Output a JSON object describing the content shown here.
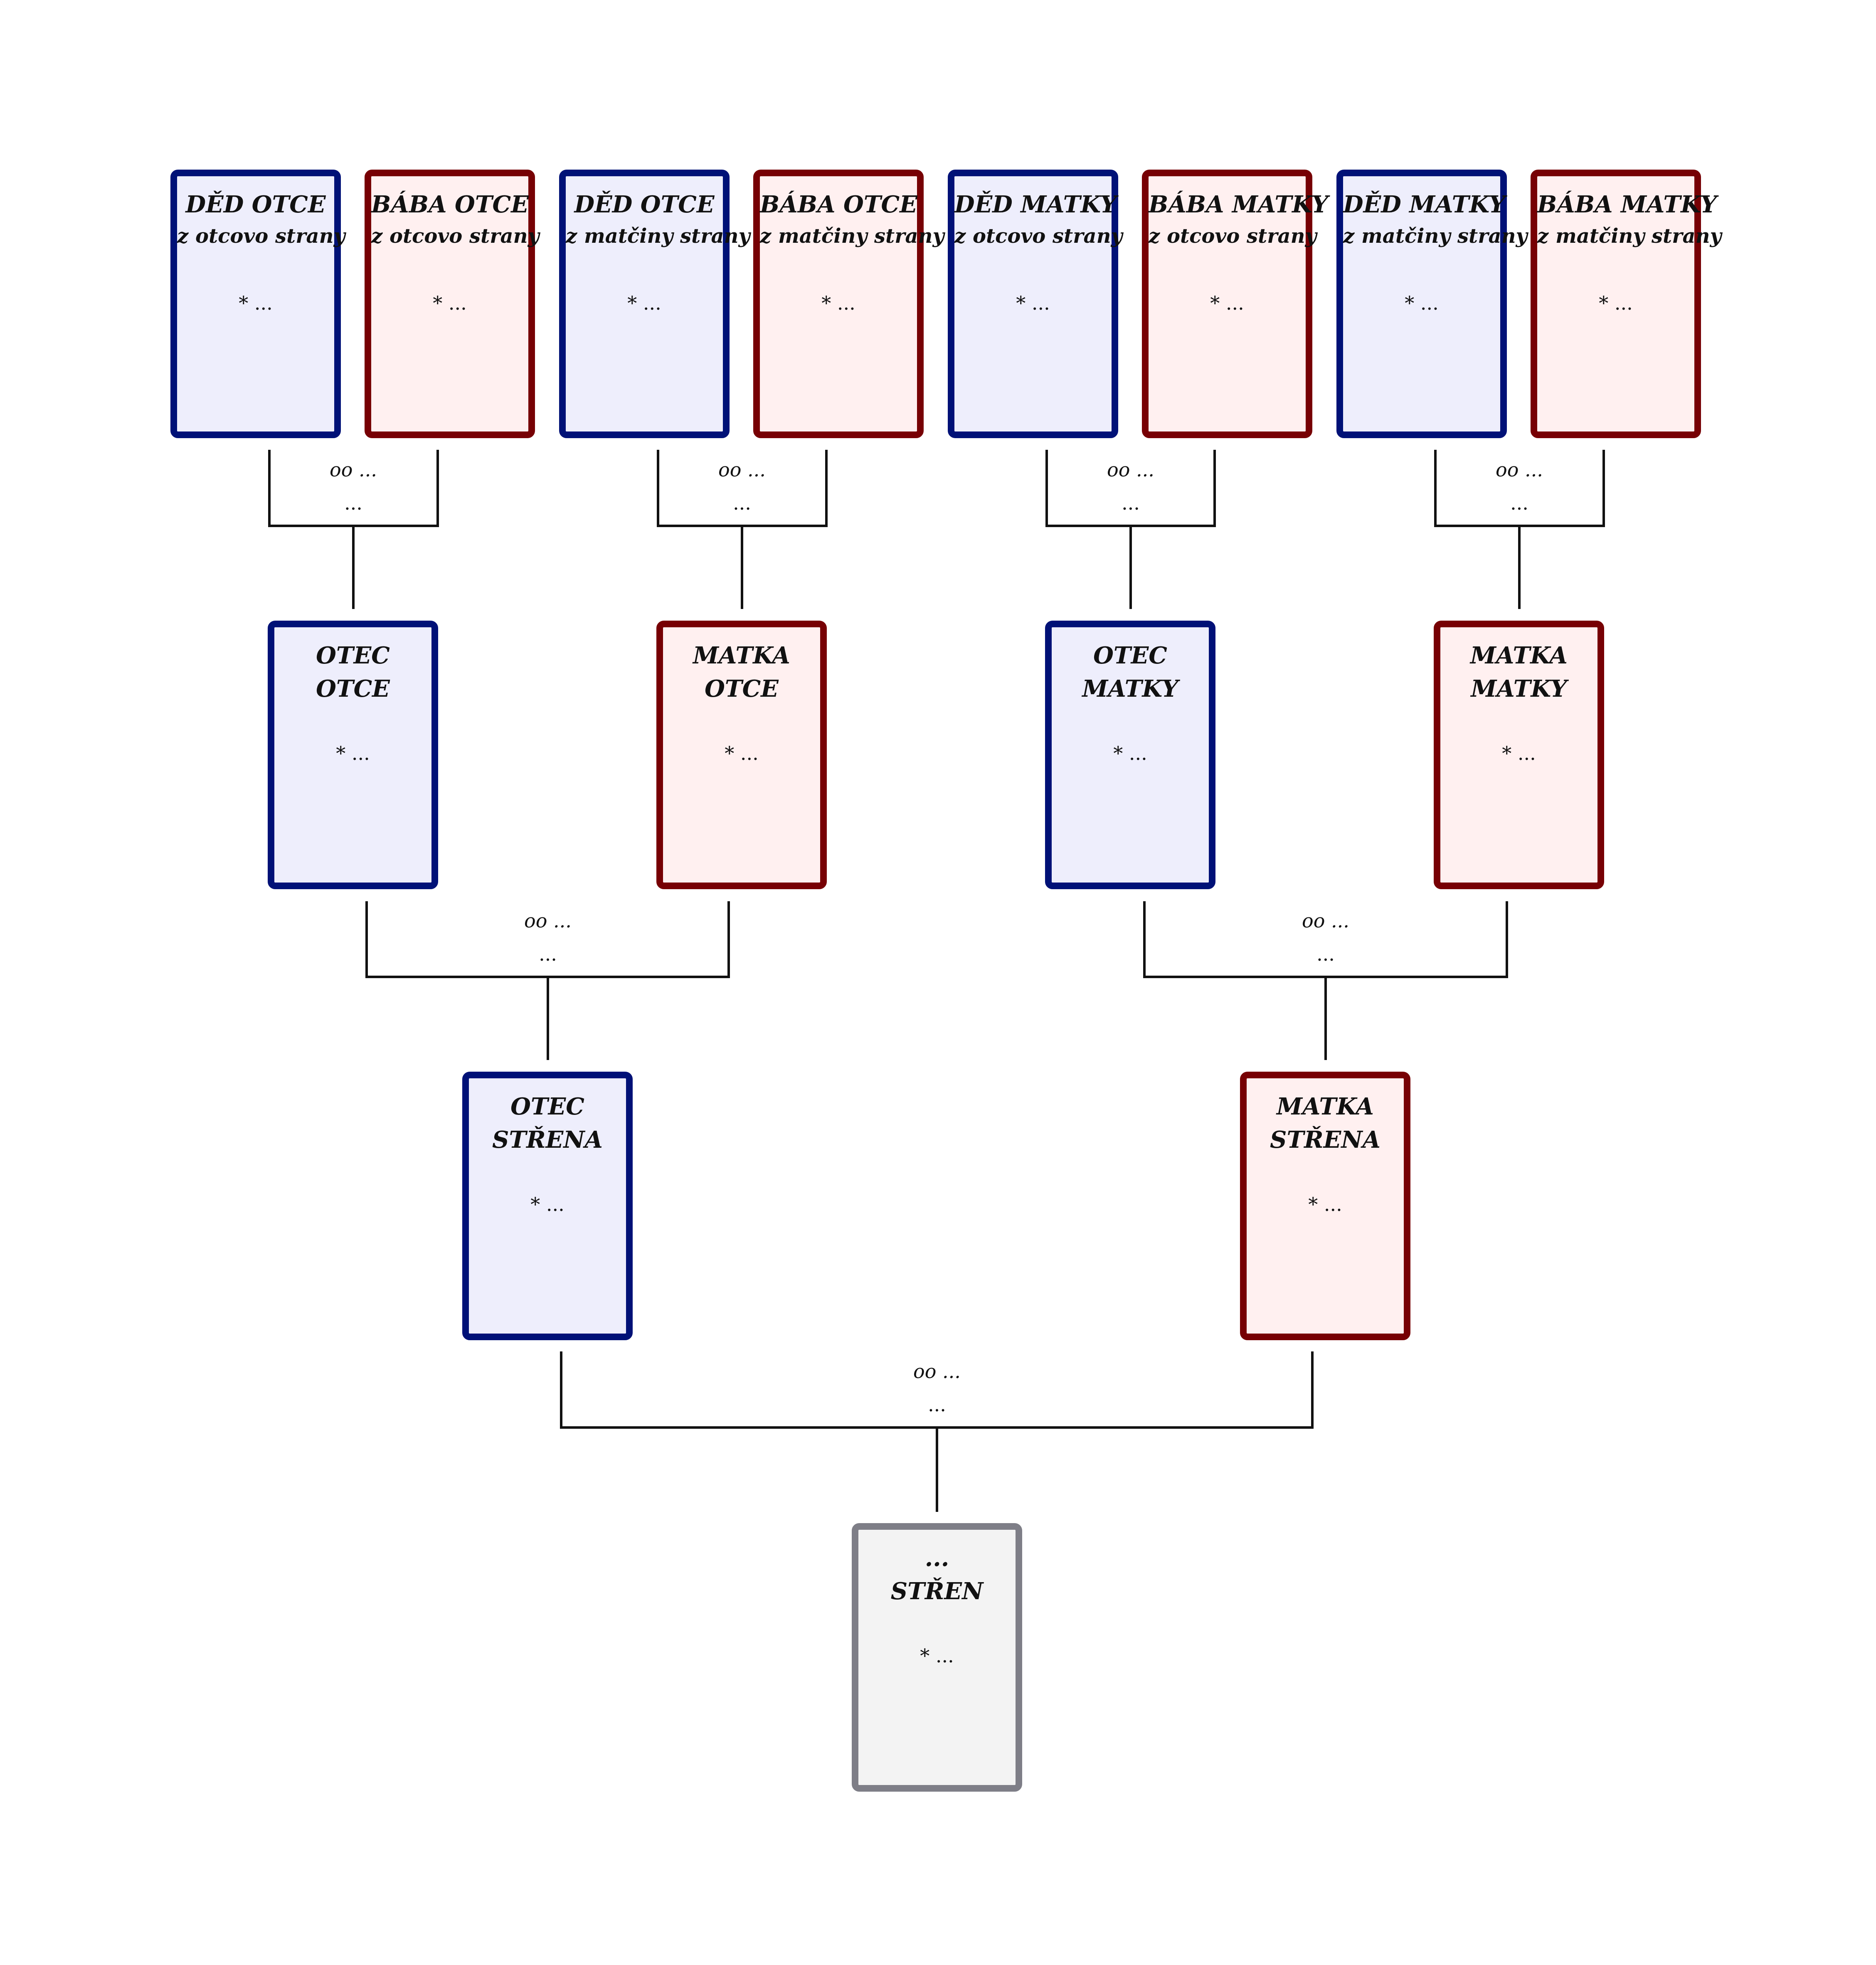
{
  "colors": {
    "male_border": "#001177",
    "male_fill": "#eeeefc",
    "female_border": "#770004",
    "female_fill": "#fff0f0",
    "self_border": "#7e7e87",
    "self_fill": "#f3f3f3",
    "connector": "#111111"
  },
  "great_grandparents": [
    {
      "title": "DĚD OTCE",
      "side": "z otcovo strany",
      "birth": "* ..."
    },
    {
      "title": "BÁBA OTCE",
      "side": "z otcovo strany",
      "birth": "* ..."
    },
    {
      "title": "DĚD OTCE",
      "side": "z matčiny strany",
      "birth": "* ..."
    },
    {
      "title": "BÁBA OTCE",
      "side": "z matčiny strany",
      "birth": "* ..."
    },
    {
      "title": "DĚD MATKY",
      "side": "z otcovo strany",
      "birth": "* ..."
    },
    {
      "title": "BÁBA MATKY",
      "side": "z otcovo strany",
      "birth": "* ..."
    },
    {
      "title": "DĚD MATKY",
      "side": "z matčiny strany",
      "birth": "* ..."
    },
    {
      "title": "BÁBA MATKY",
      "side": "z matčiny strany",
      "birth": "* ..."
    }
  ],
  "grandparents": [
    {
      "line1": "OTEC",
      "line2": "OTCE",
      "birth": "* ..."
    },
    {
      "line1": "MATKA",
      "line2": "OTCE",
      "birth": "* ..."
    },
    {
      "line1": "OTEC",
      "line2": "MATKY",
      "birth": "* ..."
    },
    {
      "line1": "MATKA",
      "line2": "MATKY",
      "birth": "* ..."
    }
  ],
  "parents": [
    {
      "line1": "OTEC",
      "line2": "STŘENA",
      "birth": "* ..."
    },
    {
      "line1": "MATKA",
      "line2": "STŘENA",
      "birth": "* ..."
    }
  ],
  "self": {
    "line1": "...",
    "line2": "STŘEN",
    "birth": "* ..."
  },
  "marriages": {
    "gen3": [
      {
        "date": "oo ...",
        "place": "..."
      },
      {
        "date": "oo ...",
        "place": "..."
      },
      {
        "date": "oo ...",
        "place": "..."
      },
      {
        "date": "oo ...",
        "place": "..."
      }
    ],
    "gen2": [
      {
        "date": "oo ...",
        "place": "..."
      },
      {
        "date": "oo ...",
        "place": "..."
      }
    ],
    "gen1": [
      {
        "date": "oo ...",
        "place": "..."
      }
    ]
  }
}
